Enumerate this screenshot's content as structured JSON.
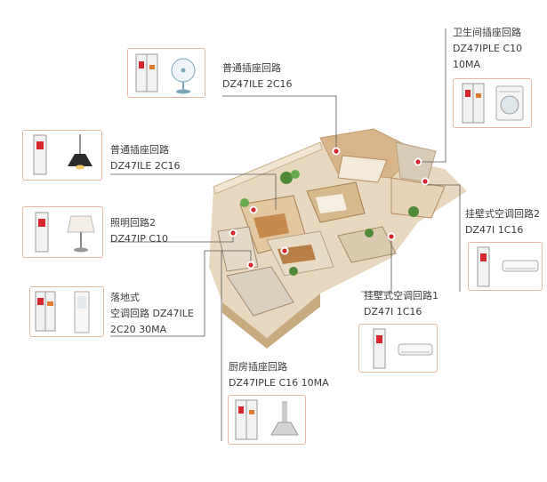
{
  "annotations": [
    {
      "id": "socket-fan",
      "title": "普通插座回路",
      "model": "DZ47ILE 2C16",
      "extra": "",
      "device": "fan-icon"
    },
    {
      "id": "socket-lamp",
      "title": "普通插座回路",
      "model": "DZ47ILE 2C16",
      "extra": "",
      "device": "pendant-lamp-icon"
    },
    {
      "id": "lighting",
      "title": "照明回路2",
      "model": "DZ47IP C10",
      "extra": "",
      "device": "table-lamp-icon"
    },
    {
      "id": "floor-ac",
      "title": "落地式",
      "model": "空调回路 DZ47ILE",
      "extra": "2C20 30MA",
      "device": "floor-ac-icon"
    },
    {
      "id": "kitchen",
      "title": "厨房插座回路",
      "model": "DZ47IPLE C16 10MA",
      "extra": "",
      "device": "range-hood-icon"
    },
    {
      "id": "wall-ac-1",
      "title": "挂壁式空调回路1",
      "model": "DZ47I 1C16",
      "extra": "",
      "device": "wall-ac-icon"
    },
    {
      "id": "wall-ac-2",
      "title": "挂壁式空调回路2",
      "model": "DZ47I 1C16",
      "extra": "",
      "device": "wall-ac-icon"
    },
    {
      "id": "bathroom",
      "title": "卫生间插座回路",
      "model": "DZ47IPLE C10",
      "extra": "10MA",
      "device": "washing-machine-icon"
    }
  ],
  "colors": {
    "accent": "#e07a2e",
    "card_border": "#e3b8a0",
    "leader": "#555555",
    "hotspot": "#d8262f"
  }
}
